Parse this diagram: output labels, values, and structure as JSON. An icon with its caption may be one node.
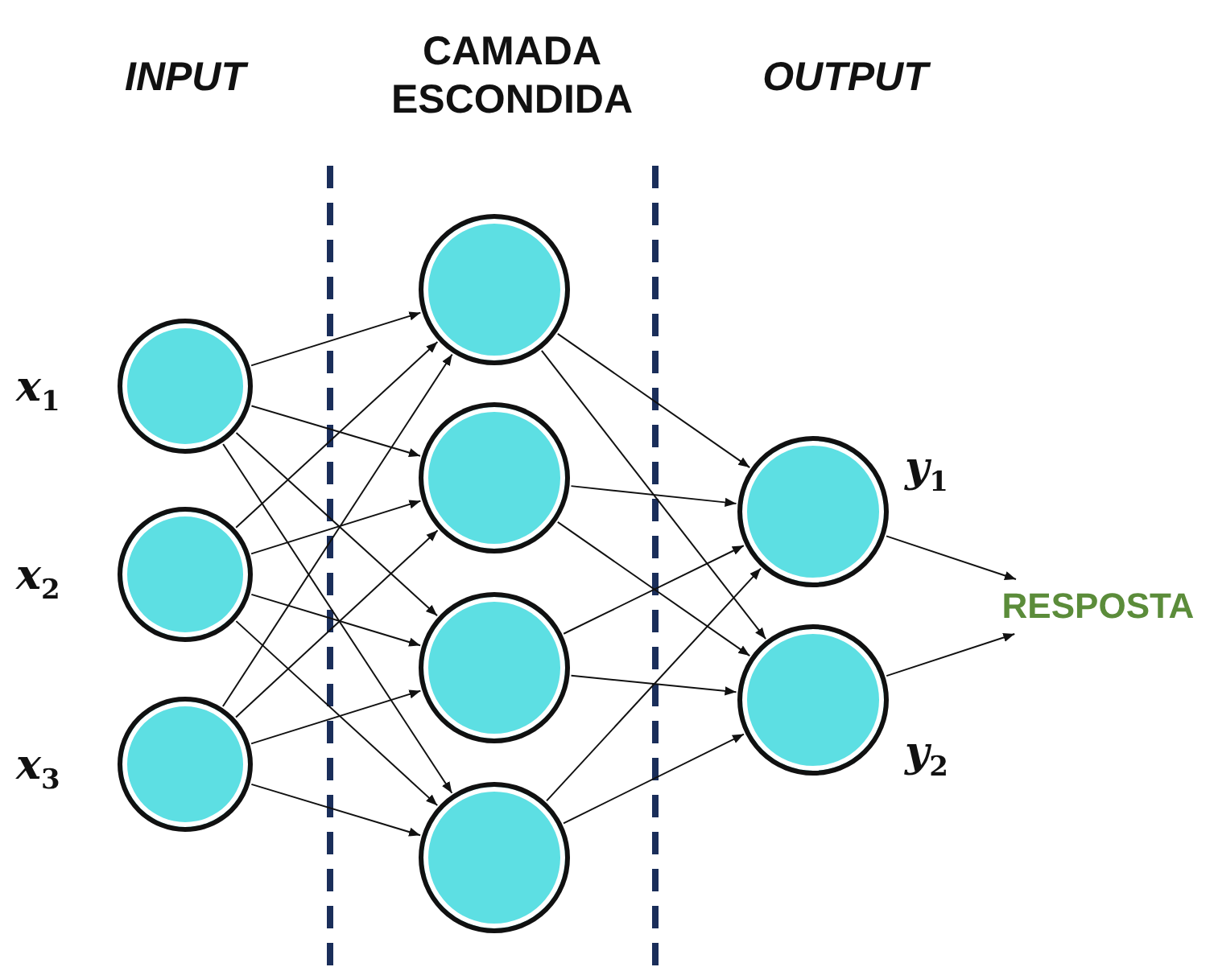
{
  "diagram": {
    "nodes": [
      {
        "text": [],
        "shape": "circle",
        "beside": [
          "x$_{1}$"
        ]
      },
      {
        "text": [],
        "shape": "circle",
        "beside": [
          "x$_{2}$"
        ]
      },
      {
        "text": [],
        "shape": "circle",
        "beside": [
          "x$_{3}$"
        ]
      },
      {
        "text": [],
        "shape": "circle"
      },
      {
        "text": [],
        "shape": "circle"
      },
      {
        "text": [],
        "shape": "circle"
      },
      {
        "text": [],
        "shape": "circle"
      },
      {
        "text": [],
        "shape": "circle",
        "beside": [
          "y$_{1}$"
        ]
      },
      {
        "text": [],
        "shape": "circle",
        "beside": [
          "y$_{2}$"
        ]
      },
      {
        "text": [
          "RESPOSTA"
        ]
      }
    ],
    "edges": [
      {
        "from": 0,
        "to": 3,
        "arrow": "to"
      },
      {
        "from": 0,
        "to": 4,
        "arrow": "to"
      },
      {
        "from": 0,
        "to": 5,
        "arrow": "to"
      },
      {
        "from": 0,
        "to": 6,
        "arrow": "to"
      },
      {
        "from": 1,
        "to": 3,
        "arrow": "to"
      },
      {
        "from": 1,
        "to": 4,
        "arrow": "to"
      },
      {
        "from": 1,
        "to": 5,
        "arrow": "to"
      },
      {
        "from": 1,
        "to": 6,
        "arrow": "to"
      },
      {
        "from": 2,
        "to": 3,
        "arrow": "to"
      },
      {
        "from": 2,
        "to": 4,
        "arrow": "to"
      },
      {
        "from": 2,
        "to": 5,
        "arrow": "to"
      },
      {
        "from": 2,
        "to": 6,
        "arrow": "to"
      },
      {
        "from": 3,
        "to": 7,
        "arrow": "to"
      },
      {
        "from": 3,
        "to": 8,
        "arrow": "to"
      },
      {
        "from": 4,
        "to": 7,
        "arrow": "to"
      },
      {
        "from": 4,
        "to": 8,
        "arrow": "to"
      },
      {
        "from": 5,
        "to": 7,
        "arrow": "to"
      },
      {
        "from": 5,
        "to": 8,
        "arrow": "to"
      },
      {
        "from": 6,
        "to": 7,
        "arrow": "to"
      },
      {
        "from": 6,
        "to": 8,
        "arrow": "to"
      },
      {
        "from": 7,
        "to": 9,
        "arrow": "to"
      },
      {
        "from": 8,
        "to": 9,
        "arrow": "to"
      }
    ],
    "labels": [
      "INPUT",
      "CAMADA ESCONDIDA",
      "OUTPUT"
    ]
  }
}
